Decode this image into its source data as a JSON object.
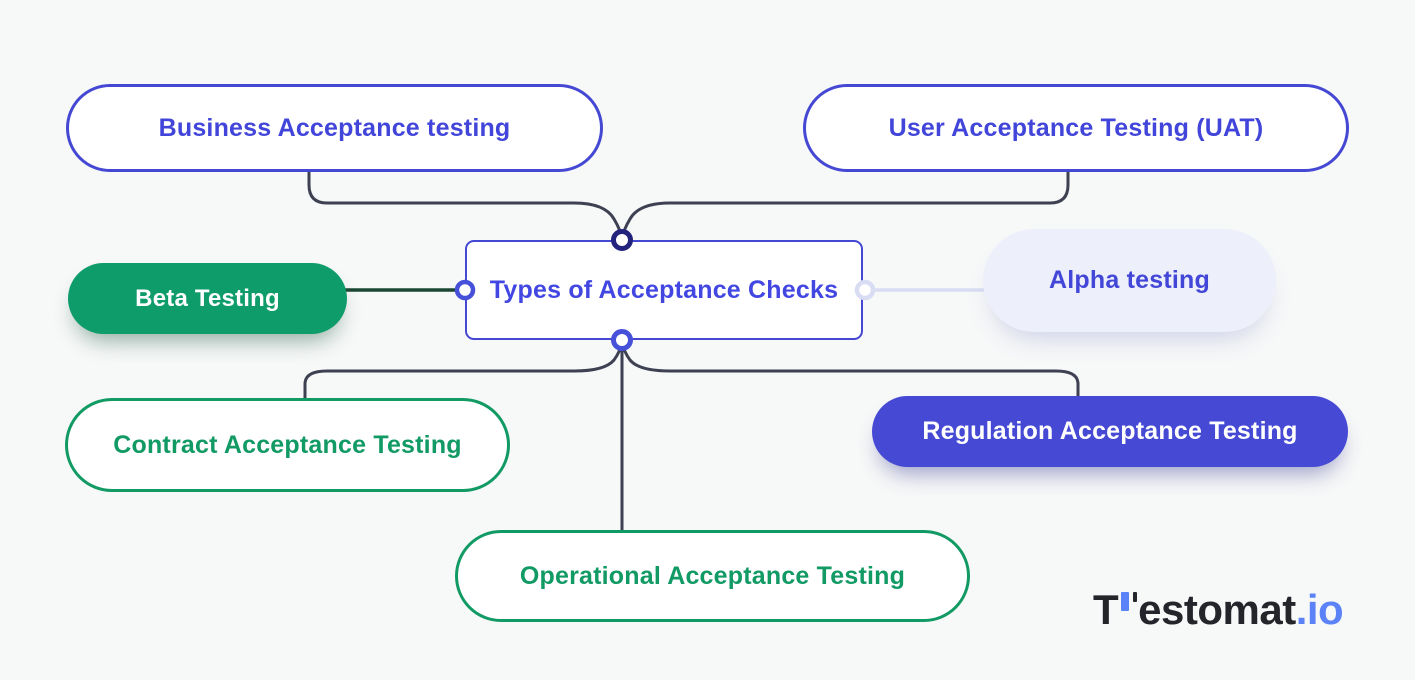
{
  "diagram": {
    "central": {
      "label": "Types of Acceptance Checks"
    },
    "nodes": {
      "business": {
        "label": "Business Acceptance testing"
      },
      "uat": {
        "label": "User Acceptance Testing (UAT)"
      },
      "beta": {
        "label": "Beta Testing"
      },
      "alpha": {
        "label": "Alpha testing"
      },
      "contract": {
        "label": "Contract Acceptance Testing"
      },
      "regulation": {
        "label": "Regulation Acceptance Testing"
      },
      "operational": {
        "label": "Operational Acceptance Testing"
      }
    },
    "colors": {
      "background": "#f7f8f8",
      "indigo_border": "#4448d3",
      "indigo_text": "#4145d9",
      "indigo_fill": "#4549d4",
      "green_fill": "#0e9c6b",
      "green_outline": "#119a64",
      "lavender_fill": "#edeffb",
      "lavender_line": "#d9ddf3",
      "tree_line": "#3e4152",
      "dark_green_line": "#1b4734",
      "dot_dark_navy": "#23237e",
      "dot_blue": "#4650d8"
    }
  },
  "logo": {
    "t": "T",
    "estomat": "estomat",
    "io": ".io"
  }
}
